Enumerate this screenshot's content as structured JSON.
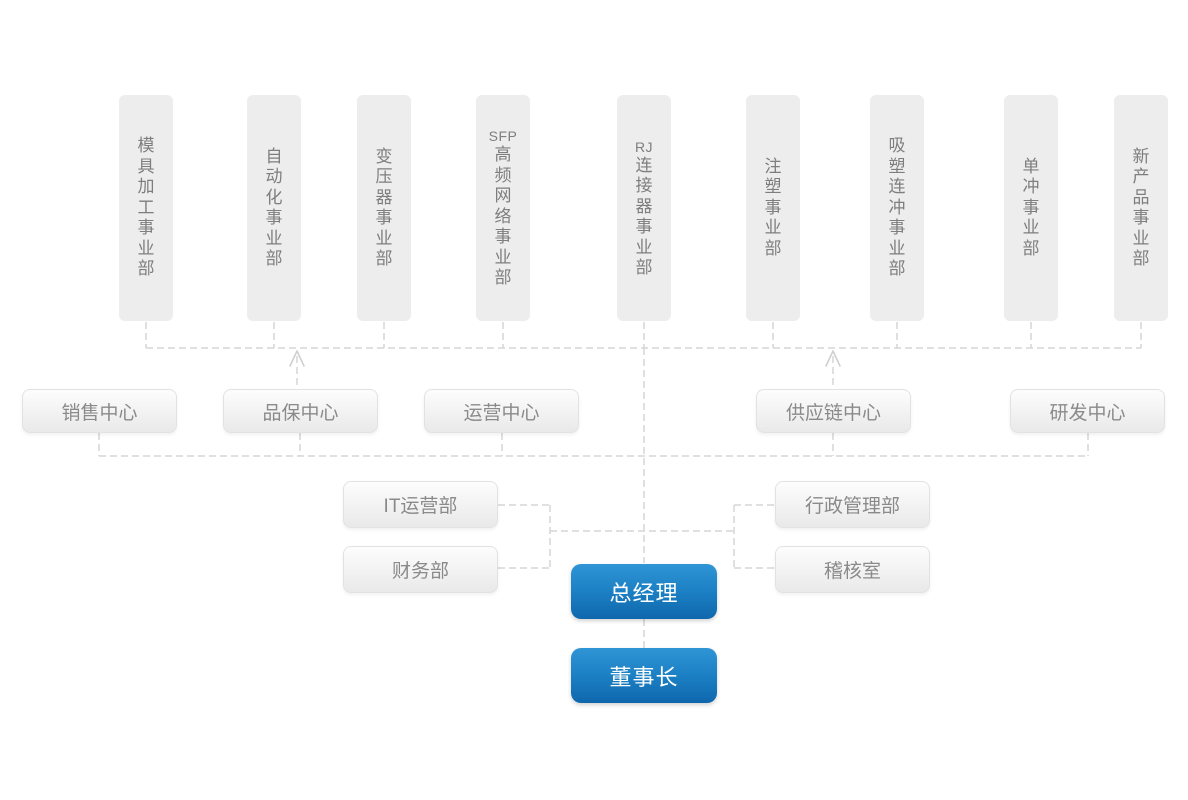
{
  "org": {
    "business_units": [
      {
        "label": "模具加工事业部"
      },
      {
        "label": "自动化事业部"
      },
      {
        "label": "变压器事业部"
      },
      {
        "label": "SFP高频网络事业部"
      },
      {
        "label": "RJ连接器事业部"
      },
      {
        "label": "注塑事业部"
      },
      {
        "label": "吸塑连冲事业部"
      },
      {
        "label": "单冲事业部"
      },
      {
        "label": "新产品事业部"
      }
    ],
    "centers": [
      {
        "label": "销售中心"
      },
      {
        "label": "品保中心"
      },
      {
        "label": "运营中心"
      },
      {
        "label": "供应链中心"
      },
      {
        "label": "研发中心"
      }
    ],
    "departments": [
      {
        "label": "IT运营部"
      },
      {
        "label": "财务部"
      },
      {
        "label": "行政管理部"
      },
      {
        "label": "稽核室"
      }
    ],
    "executives": [
      {
        "label": "总经理"
      },
      {
        "label": "董事长"
      }
    ]
  },
  "colors": {
    "unit_box_bg": "#ededed",
    "unit_text": "#7e7e7e",
    "pill_text": "#8a8a8a",
    "connector_line": "#d5d5d5",
    "exec_blue_top": "#2f95d5",
    "exec_blue_bottom": "#0f67ac",
    "exec_text": "#ffffff"
  }
}
